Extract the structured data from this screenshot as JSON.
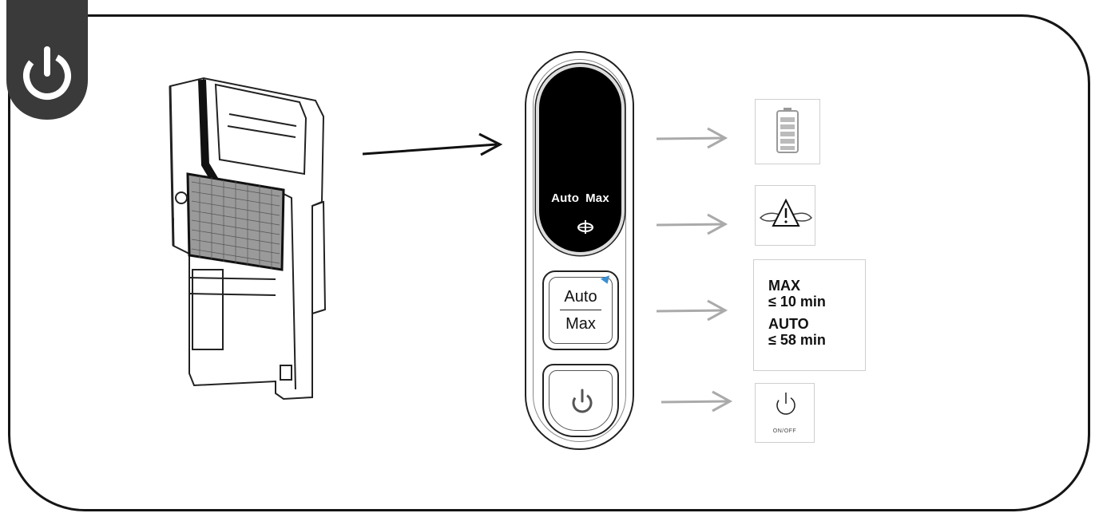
{
  "display": {
    "mode_auto": "Auto",
    "mode_max": "Max",
    "fan_icon": "fan-icon"
  },
  "mode_button": {
    "top_label": "Auto",
    "bottom_label": "Max",
    "indicator_color": "#3a8fd1"
  },
  "power_button": {
    "icon": "power-icon"
  },
  "indicators": [
    {
      "icon": "battery-level-icon"
    },
    {
      "icon": "brush-blocked-warning-icon"
    },
    {
      "lines": [
        "MAX",
        "≤ 10 min",
        "AUTO",
        "≤ 58 min"
      ]
    },
    {
      "icon": "power-icon",
      "label": "ON/OFF"
    }
  ],
  "corner_tab": {
    "icon": "power-icon",
    "color": "#3a3a3a"
  }
}
